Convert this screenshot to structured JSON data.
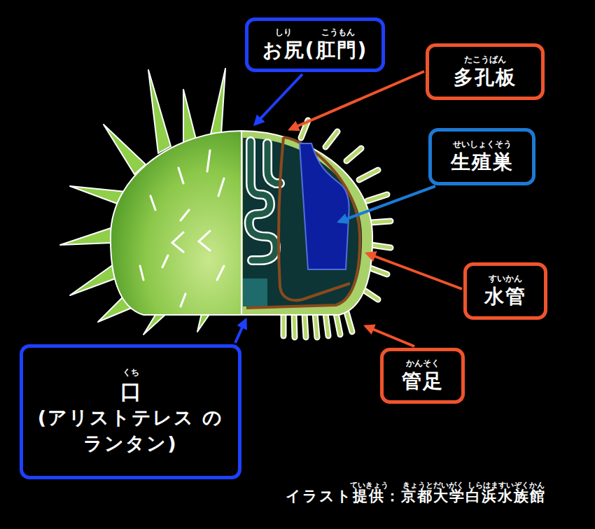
{
  "diagram": {
    "nodes": [
      {
        "text": [
          "しり こうもん",
          "お尻(肛門)"
        ]
      },
      {
        "text": [
          "たこうばん",
          "多孔板"
        ]
      },
      {
        "text": [
          "せいしょくそう",
          "生殖巣"
        ]
      },
      {
        "text": [
          "すいかん",
          "水管"
        ]
      },
      {
        "text": [
          "くち",
          "口",
          "(アリストテレス のランタン)"
        ]
      },
      {
        "text": [
          "かんそく",
          "管足"
        ]
      }
    ],
    "labels": [
      "ていきょう",
      "きょうとだいがく",
      "しらはますいぞくかん",
      "イラスト提供：京都大学白浜水族館"
    ]
  }
}
